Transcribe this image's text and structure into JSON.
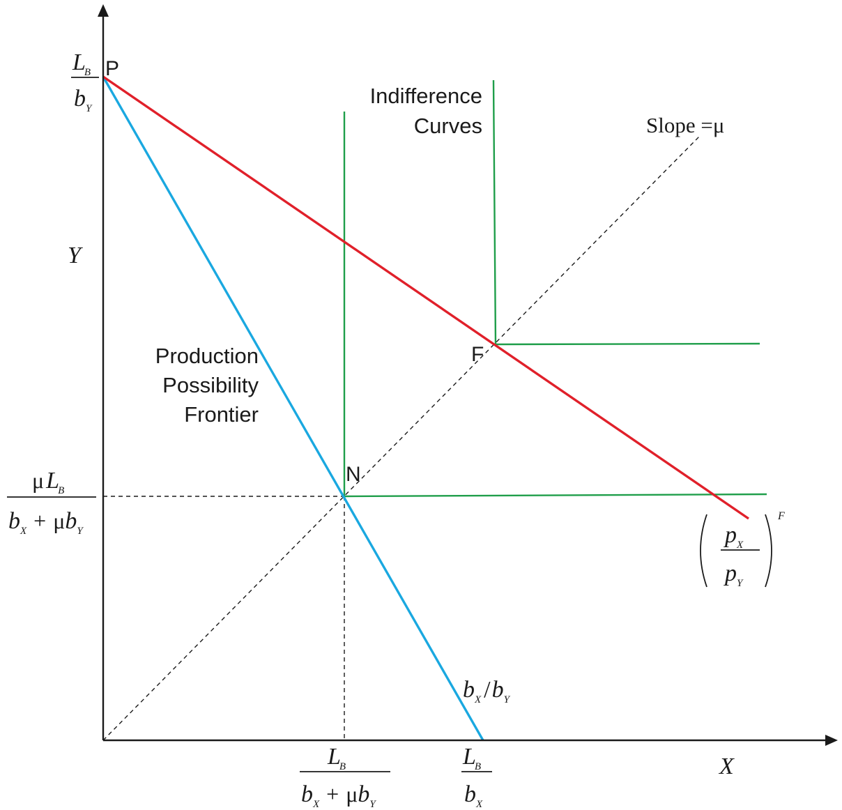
{
  "labels": {
    "point_p": "P",
    "point_f": "F",
    "point_n": "N",
    "axis_y": "Y",
    "axis_x": "X",
    "ppf_1": "Production",
    "ppf_2": "Possibility",
    "ppf_3": "Frontier",
    "ic_1": "Indifference",
    "ic_2": "Curves",
    "slope_label": "Slope =μ"
  },
  "math": {
    "L": "L",
    "B": "B",
    "b": "b",
    "X": "X",
    "Y": "Y",
    "mu": "μ",
    "plus": "+",
    "slash": "/",
    "p": "p",
    "F": "F",
    "lparen": "(",
    "rparen": ")"
  },
  "colors": {
    "ppf": "#1aa8e0",
    "price_line": "#e0202a",
    "indifference": "#1f9e4a",
    "axis": "#1a1a1a",
    "dashed": "#1a1a1a"
  }
}
